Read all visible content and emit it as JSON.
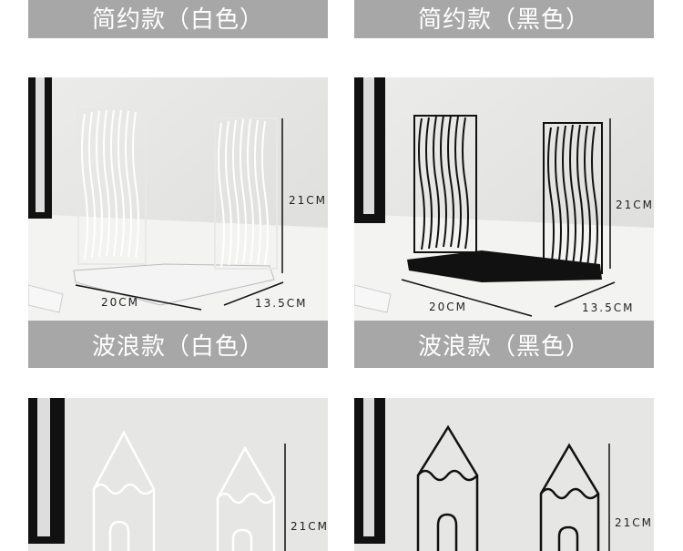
{
  "row1": {
    "left_label": "简约款（白色）",
    "right_label": "简约款（黑色）"
  },
  "row2": {
    "left_label": "波浪款（白色）",
    "right_label": "波浪款（黑色）",
    "left_dims": {
      "height": "21CM",
      "width": "20CM",
      "depth": "13.5CM"
    },
    "right_dims": {
      "height": "21CM",
      "width": "20CM",
      "depth": "13.5CM"
    }
  },
  "row3": {
    "left_dims": {
      "height": "21CM"
    },
    "right_dims": {
      "height": "21CM"
    }
  },
  "colors": {
    "banner": "#a7a7a7",
    "background": "#e5e5e3",
    "bookend_white": "#ffffff",
    "bookend_black": "#111111"
  }
}
